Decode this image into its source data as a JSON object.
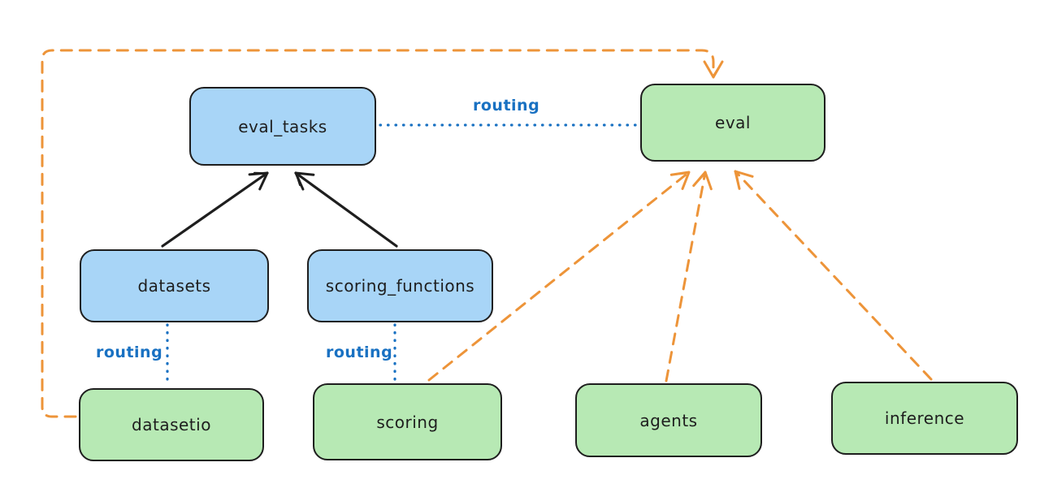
{
  "diagram_type": "architecture-diagram",
  "nodes": {
    "eval_tasks": {
      "label": "eval_tasks",
      "fill": "#a8d5f7",
      "group": "blue"
    },
    "eval": {
      "label": "eval",
      "fill": "#b7e9b4",
      "group": "green"
    },
    "datasets": {
      "label": "datasets",
      "fill": "#a8d5f7",
      "group": "blue"
    },
    "scoring_functions": {
      "label": "scoring_functions",
      "fill": "#a8d5f7",
      "group": "blue"
    },
    "datasetio": {
      "label": "datasetio",
      "fill": "#b7e9b4",
      "group": "green"
    },
    "scoring": {
      "label": "scoring",
      "fill": "#b7e9b4",
      "group": "green"
    },
    "agents": {
      "label": "agents",
      "fill": "#b7e9b4",
      "group": "green"
    },
    "inference": {
      "label": "inference",
      "fill": "#b7e9b4",
      "group": "green"
    }
  },
  "edge_labels": {
    "eval_tasks_to_eval": "routing",
    "datasets_to_datasetio": "routing",
    "scoring_functions_to_scoring": "routing"
  },
  "edges": [
    {
      "from": "datasets",
      "to": "eval_tasks",
      "style": "solid-arrow",
      "color": "#1e1e1e"
    },
    {
      "from": "scoring_functions",
      "to": "eval_tasks",
      "style": "solid-arrow",
      "color": "#1e1e1e"
    },
    {
      "from": "eval_tasks",
      "to": "eval",
      "style": "dotted",
      "color": "#1971c2",
      "label": "routing"
    },
    {
      "from": "datasets",
      "to": "datasetio",
      "style": "dotted",
      "color": "#1971c2",
      "label": "routing"
    },
    {
      "from": "scoring_functions",
      "to": "scoring",
      "style": "dotted",
      "color": "#1971c2",
      "label": "routing"
    },
    {
      "from": "datasetio",
      "to": "eval",
      "style": "dashed-arrow",
      "color": "#ed9439"
    },
    {
      "from": "scoring",
      "to": "eval",
      "style": "dashed-arrow",
      "color": "#ed9439"
    },
    {
      "from": "agents",
      "to": "eval",
      "style": "dashed-arrow",
      "color": "#ed9439"
    },
    {
      "from": "inference",
      "to": "eval",
      "style": "dashed-arrow",
      "color": "#ed9439"
    }
  ],
  "colors": {
    "background": "#ffffff",
    "node_border": "#1e1e1e",
    "blue_node_fill": "#a8d5f7",
    "green_node_fill": "#b7e9b4",
    "routing_line": "#1971c2",
    "provider_dashed_arrow": "#ed9439",
    "dependency_arrow": "#1e1e1e"
  }
}
